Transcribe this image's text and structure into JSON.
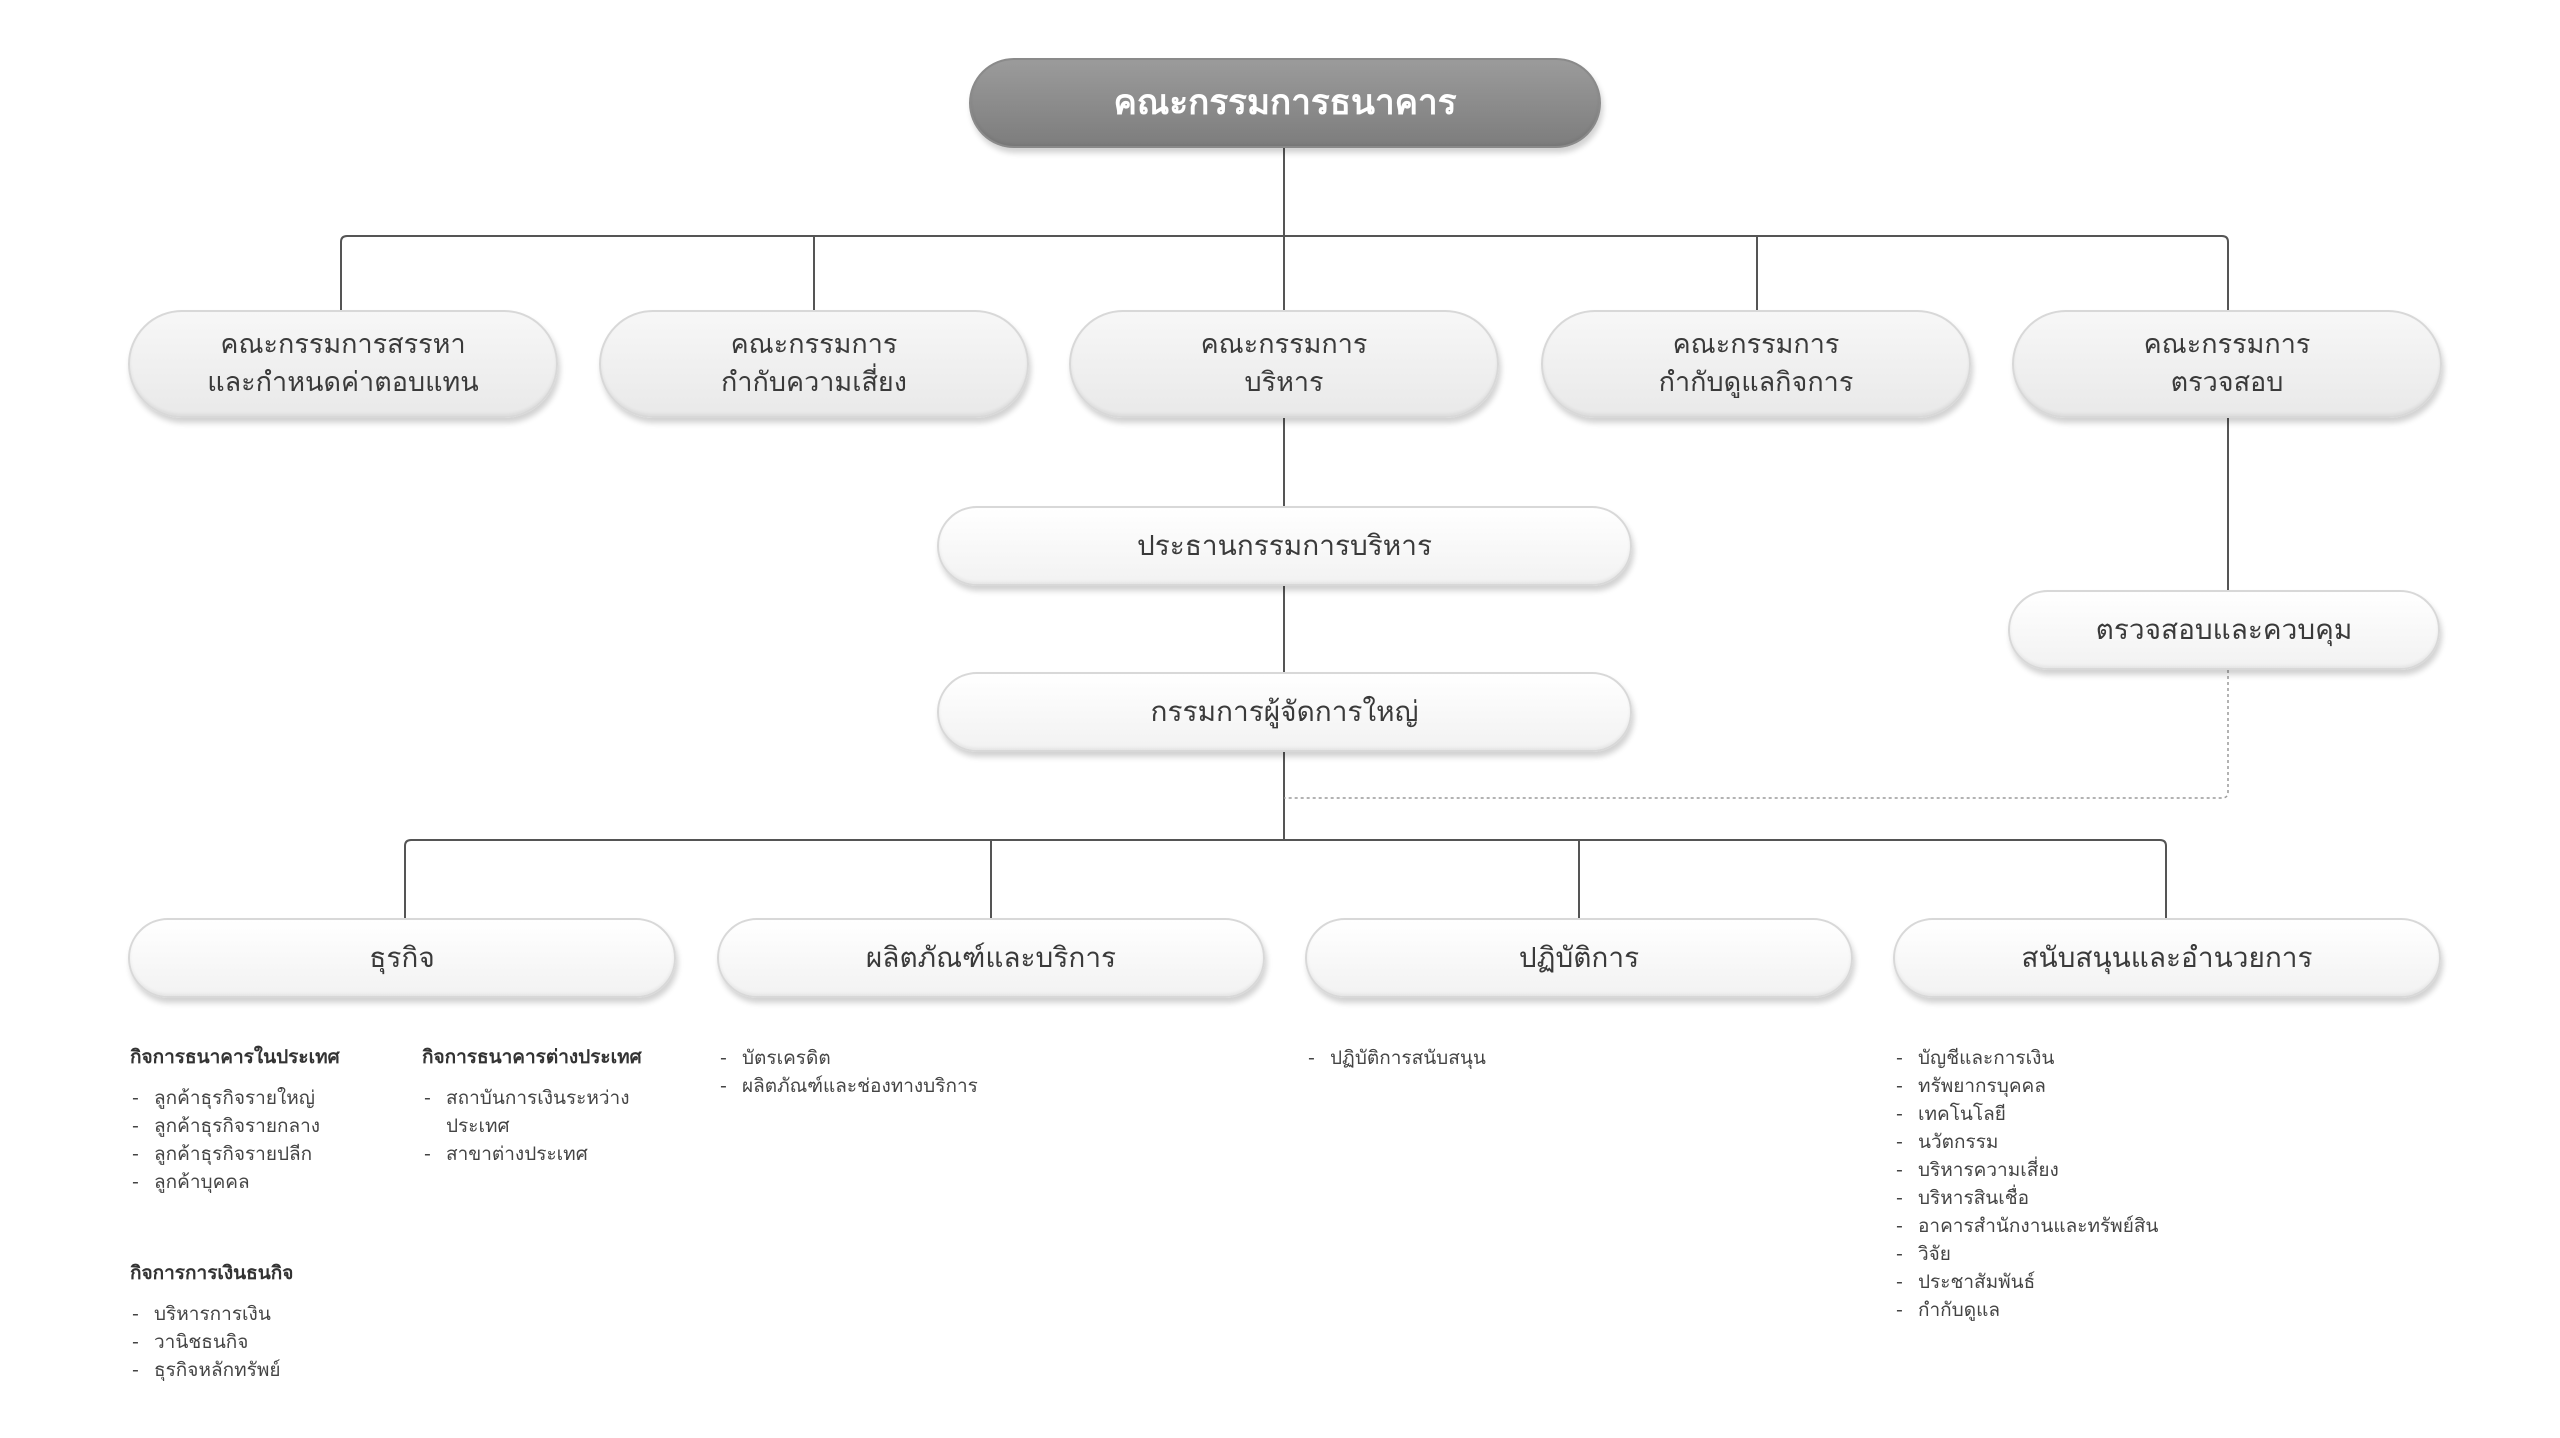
{
  "board": {
    "title": "คณะกรรมการธนาคาร"
  },
  "committees": [
    {
      "line1": "คณะกรรมการสรรหา",
      "line2": "และกำหนดค่าตอบแทน"
    },
    {
      "line1": "คณะกรรมการ",
      "line2": "กำกับความเสี่ยง"
    },
    {
      "line1": "คณะกรรมการ",
      "line2": "บริหาร"
    },
    {
      "line1": "คณะกรรมการ",
      "line2": "กำกับดูแลกิจการ"
    },
    {
      "line1": "คณะกรรมการ",
      "line2": "ตรวจสอบ"
    }
  ],
  "executive_chairman": "ประธานกรรมการบริหาร",
  "president": "กรรมการผู้จัดการใหญ่",
  "audit_control": "ตรวจสอบและควบคุม",
  "divisions": [
    "ธุรกิจ",
    "ผลิตภัณฑ์และบริการ",
    "ปฏิบัติการ",
    "สนับสนุนและอำนวยการ"
  ],
  "business": {
    "domestic": {
      "title": "กิจการธนาคารในประเทศ",
      "items": [
        "ลูกค้าธุรกิจรายใหญ่",
        "ลูกค้าธุรกิจรายกลาง",
        "ลูกค้าธุรกิจรายปลีก",
        "ลูกค้าบุคคล"
      ]
    },
    "international": {
      "title": "กิจการธนาคารต่างประเทศ",
      "items": [
        "สถาบันการเงินระหว่างประเทศ",
        "สาขาต่างประเทศ"
      ]
    },
    "investment": {
      "title": "กิจการการเงินธนกิจ",
      "items": [
        "บริหารการเงิน",
        "วานิชธนกิจ",
        "ธุรกิจหลักทรัพย์"
      ]
    }
  },
  "products": {
    "items": [
      "บัตรเครดิต",
      "ผลิตภัณฑ์และช่องทางบริการ"
    ]
  },
  "operations": {
    "items": [
      "ปฏิบัติการสนับสนุน"
    ]
  },
  "support": {
    "items": [
      "บัญชีและการเงิน",
      "ทรัพยากรบุคคล",
      "เทคโนโลยี",
      "นวัตกรรม",
      "บริหารความเสี่ยง",
      "บริหารสินเชื่อ",
      "อาคารสำนักงานและทรัพย์สิน",
      "วิจัย",
      "ประชาสัมพันธ์",
      "กำกับดูแล"
    ]
  }
}
